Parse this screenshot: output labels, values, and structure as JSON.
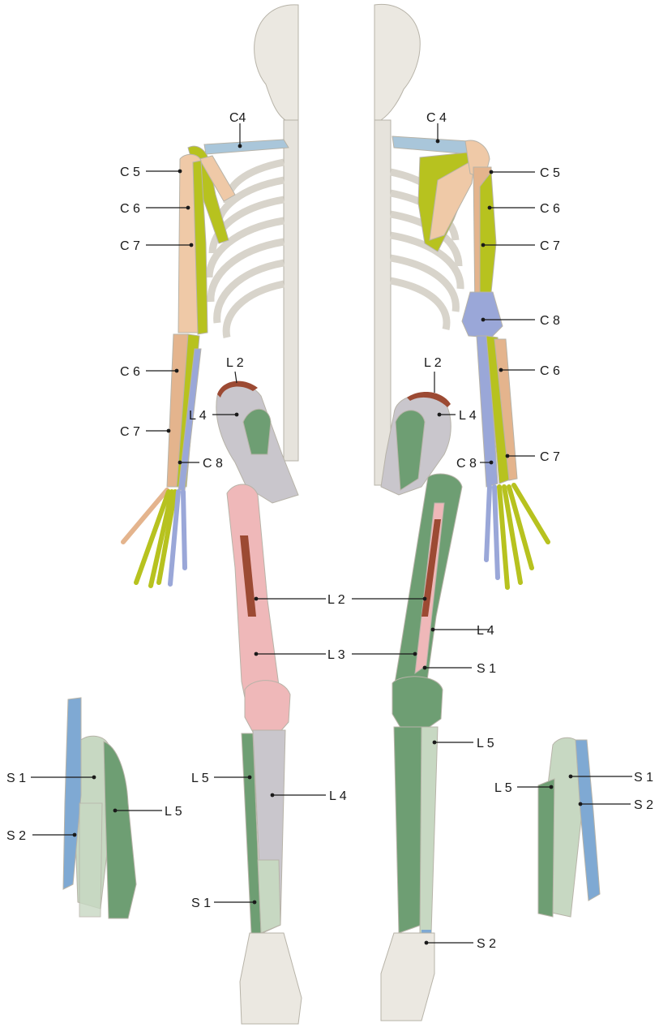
{
  "colors": {
    "background": "#ffffff",
    "bone": "#ebe8e1",
    "bone_shadow": "#cfcac0",
    "c4": "#a9c6da",
    "c5": "#efc9a7",
    "c6": "#e4b48d",
    "c7": "#b7c21f",
    "c8": "#9aa7d8",
    "l2": "#9c4a33",
    "l3": "#efb8b9",
    "l4": "#c9c6cc",
    "l5": "#6e9e73",
    "s1": "#c7d8c2",
    "s2": "#7fa9d3"
  },
  "labels": {
    "front_c4": "C4",
    "front_c5": "C 5",
    "front_c6_upper": "C 6",
    "front_c7_upper": "C 7",
    "front_c6_lower": "C 6",
    "front_c7_lower": "C 7",
    "front_c8": "C 8",
    "front_l2_pelvis": "L 2",
    "front_l4_pelvis": "L 4",
    "thigh_l2": "L 2",
    "thigh_l3": "L 3",
    "front_l5_leg": "L 5",
    "front_l4_leg": "L 4",
    "front_s1_leg": "S 1",
    "front_foot_s1": "S 1",
    "front_foot_s2": "S 2",
    "front_foot_l5": "L 5",
    "back_c4": "C 4",
    "back_c5": "C 5",
    "back_c6_upper": "C 6",
    "back_c7_upper": "C 7",
    "back_c8_elbow": "C 8",
    "back_c6_lower": "C 6",
    "back_c7_lower": "C 7",
    "back_c8_wrist": "C 8",
    "back_l2_pelvis": "L 2",
    "back_l4_pelvis": "L 4",
    "back_l4_thigh": "L 4",
    "back_l5_leg": "L 5",
    "back_s1_leg": "S 1",
    "back_s2_ankle": "S 2",
    "back_foot_s1": "S 1",
    "back_foot_s2": "S 2",
    "back_foot_l5": "L 5"
  }
}
